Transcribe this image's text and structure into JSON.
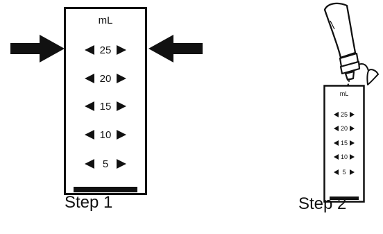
{
  "step1": {
    "label": "Step 1",
    "unit": "mL",
    "marks": [
      "25",
      "20",
      "15",
      "10",
      "5"
    ]
  },
  "step2": {
    "label": "Step 2",
    "unit": "mL",
    "marks": [
      "25",
      "20",
      "15",
      "10",
      "5"
    ]
  },
  "icons": {
    "left_arrow": "right-pointing-arrow-icon",
    "right_arrow": "left-pointing-arrow-icon",
    "dropper": "dropper-bottle-icon",
    "drop": "drop-icon"
  }
}
